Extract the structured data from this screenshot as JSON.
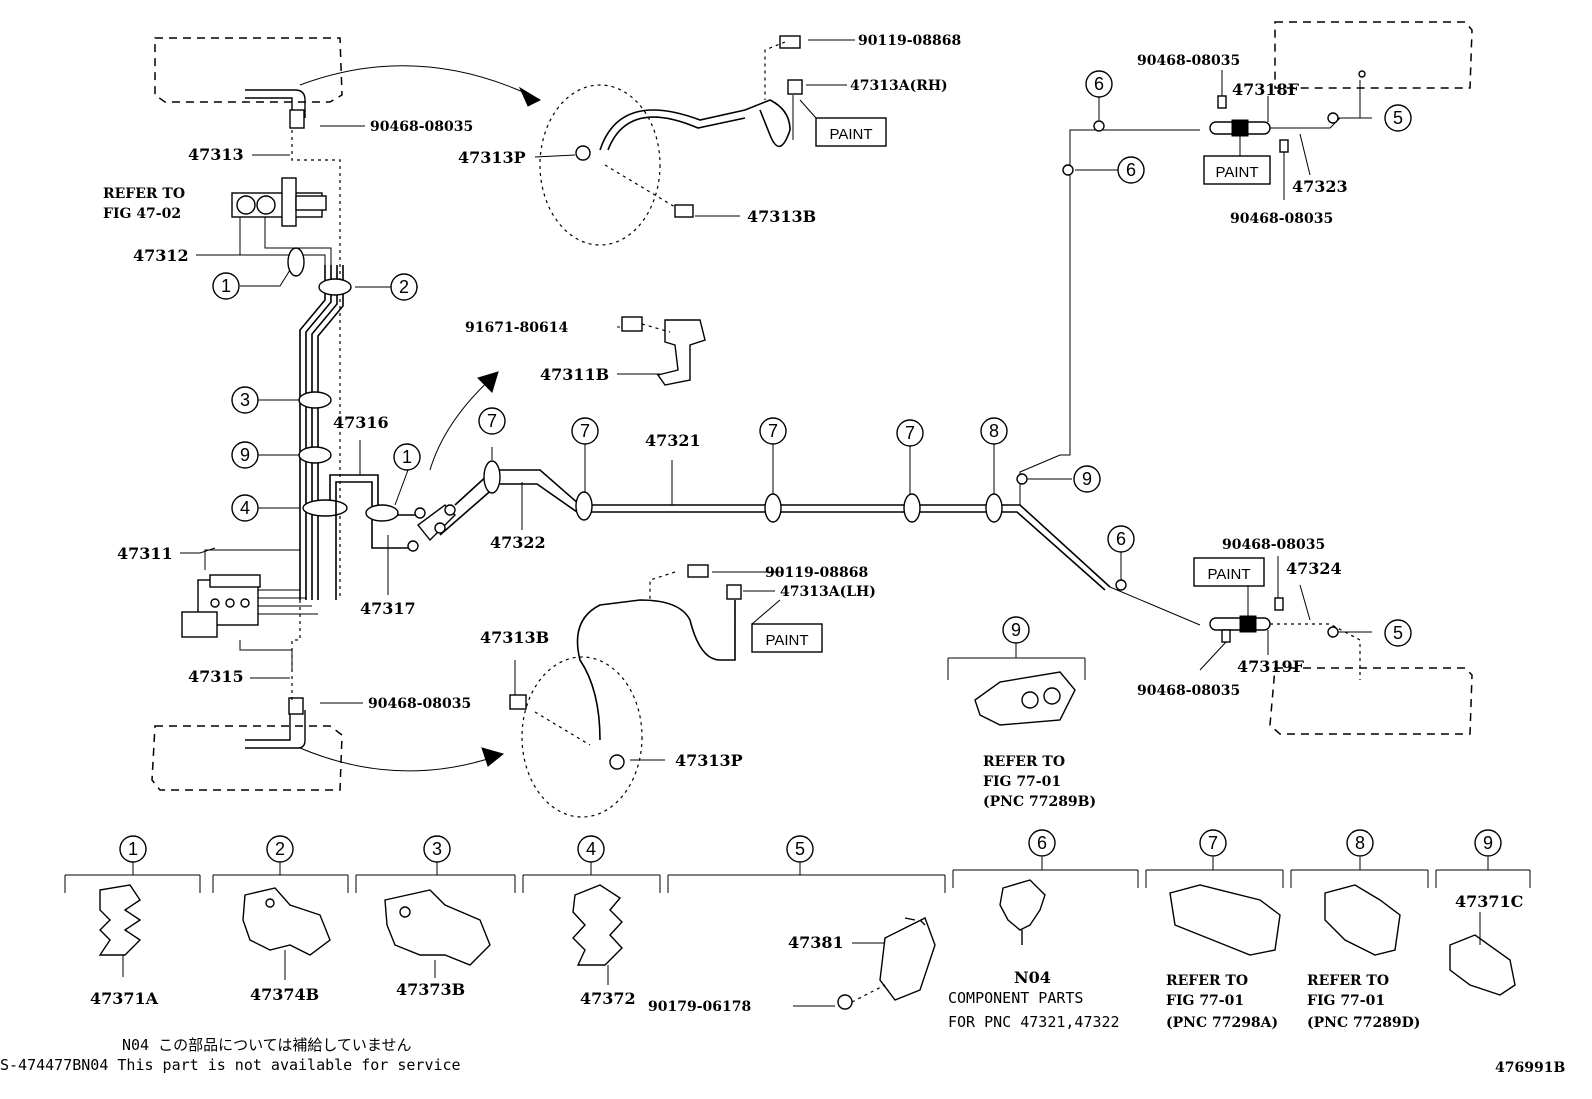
{
  "parts": {
    "p90119_08868_top": "90119-08868",
    "p47313A_RH": "47313A(RH)",
    "p47313P_top": "47313P",
    "p47313B_top": "47313B",
    "p90468_left_top": "90468-08035",
    "p47313": "47313",
    "refer_fig_47_02_line1": "REFER TO",
    "refer_fig_47_02_line2": "FIG 47-02",
    "p47312": "47312",
    "p91671_80614": "91671-80614",
    "p47311B": "47311B",
    "p47316": "47316",
    "p47321": "47321",
    "p47322": "47322",
    "p47317": "47317",
    "p47311": "47311",
    "p47315": "47315",
    "p90468_left_bottom": "90468-08035",
    "p90119_08868_bottom": "90119-08868",
    "p47313A_LH": "47313A(LH)",
    "p47313B_bottom": "47313B",
    "p47313P_bottom": "47313P",
    "p90468_right_top1": "90468-08035",
    "p47318F": "47318F",
    "p47323": "47323",
    "p90468_right_top2": "90468-08035",
    "p90468_right_bottom1": "90468-08035",
    "p47324": "47324",
    "p47319F": "47319F",
    "p90468_right_bottom2": "90468-08035"
  },
  "paint_labels": [
    "PAINT",
    "PAINT",
    "PAINT",
    "PAINT"
  ],
  "callouts": {
    "c1": "1",
    "c2": "2",
    "c3": "3",
    "c4": "4",
    "c5": "5",
    "c6": "6",
    "c7": "7",
    "c8": "8",
    "c9": "9"
  },
  "refer_77_01_b": {
    "line1": "REFER TO",
    "line2": "FIG 77-01",
    "line3": "(PNC 77289B)"
  },
  "legend": {
    "items": [
      {
        "num": "1",
        "part": "47371A"
      },
      {
        "num": "2",
        "part": "47374B"
      },
      {
        "num": "3",
        "part": "47373B"
      },
      {
        "num": "4",
        "part": "47372"
      },
      {
        "num": "5",
        "part_a": "47381",
        "part_b": "90179-06178"
      },
      {
        "num": "6",
        "part": "N04",
        "desc1": "COMPONENT PARTS",
        "desc2": "FOR PNC 47321,47322"
      },
      {
        "num": "7",
        "line1": "REFER TO",
        "line2": "FIG 77-01",
        "line3": "(PNC 77298A)"
      },
      {
        "num": "8",
        "line1": "REFER TO",
        "line2": "FIG 77-01",
        "line3": "(PNC 77289D)"
      },
      {
        "num": "9",
        "part": "47371C"
      }
    ]
  },
  "footer": {
    "note_jp": "N04 この部品については補給していません",
    "note_en": "S-474477BN04 This part is not available for service",
    "drawing_no": "476991B"
  }
}
